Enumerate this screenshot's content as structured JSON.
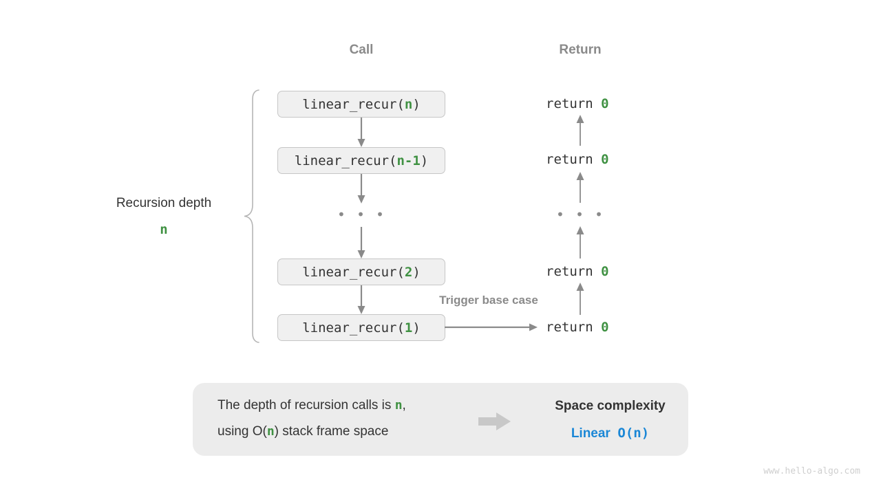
{
  "colors": {
    "accent_green": "#3f9142",
    "accent_blue": "#1b87d6",
    "arrow_gray": "#8a8a8a",
    "box_fill": "#f0f0f0",
    "box_border": "#c6c6c6",
    "panel_fill": "#ececec",
    "text": "#333333",
    "muted": "#8a8a8a",
    "watermark": "#cfcfcf"
  },
  "headers": {
    "call": "Call",
    "return": "Return"
  },
  "depth": {
    "label": "Recursion depth",
    "value": "n"
  },
  "call_stack": [
    {
      "prefix": "linear_recur(",
      "arg": "n",
      "suffix": ")"
    },
    {
      "prefix": "linear_recur(",
      "arg": "n-1",
      "suffix": ")"
    },
    {
      "prefix": "linear_recur(",
      "arg": "2",
      "suffix": ")"
    },
    {
      "prefix": "linear_recur(",
      "arg": "1",
      "suffix": ")"
    }
  ],
  "call_ellipsis": "• • •",
  "returns": [
    {
      "keyword": "return ",
      "value": "0"
    },
    {
      "keyword": "return ",
      "value": "0"
    },
    {
      "keyword": "return ",
      "value": "0"
    },
    {
      "keyword": "return ",
      "value": "0"
    }
  ],
  "return_ellipsis": "• • •",
  "trigger_note": "Trigger base case",
  "summary": {
    "line1_a": "The depth of recursion calls is ",
    "line1_var": "n",
    "line1_b": ",",
    "line2_a": "using O(",
    "line2_var": "n",
    "line2_b": ") stack frame space",
    "title": "Space complexity",
    "result_word": "Linear",
    "result_notation": "O(n)"
  },
  "watermark": "www.hello-algo.com",
  "icons": {
    "down_arrow": "down-arrow-icon",
    "up_arrow": "up-arrow-icon",
    "right_arrow": "right-arrow-icon",
    "block_arrow": "block-arrow-icon",
    "brace": "curly-brace-icon"
  }
}
